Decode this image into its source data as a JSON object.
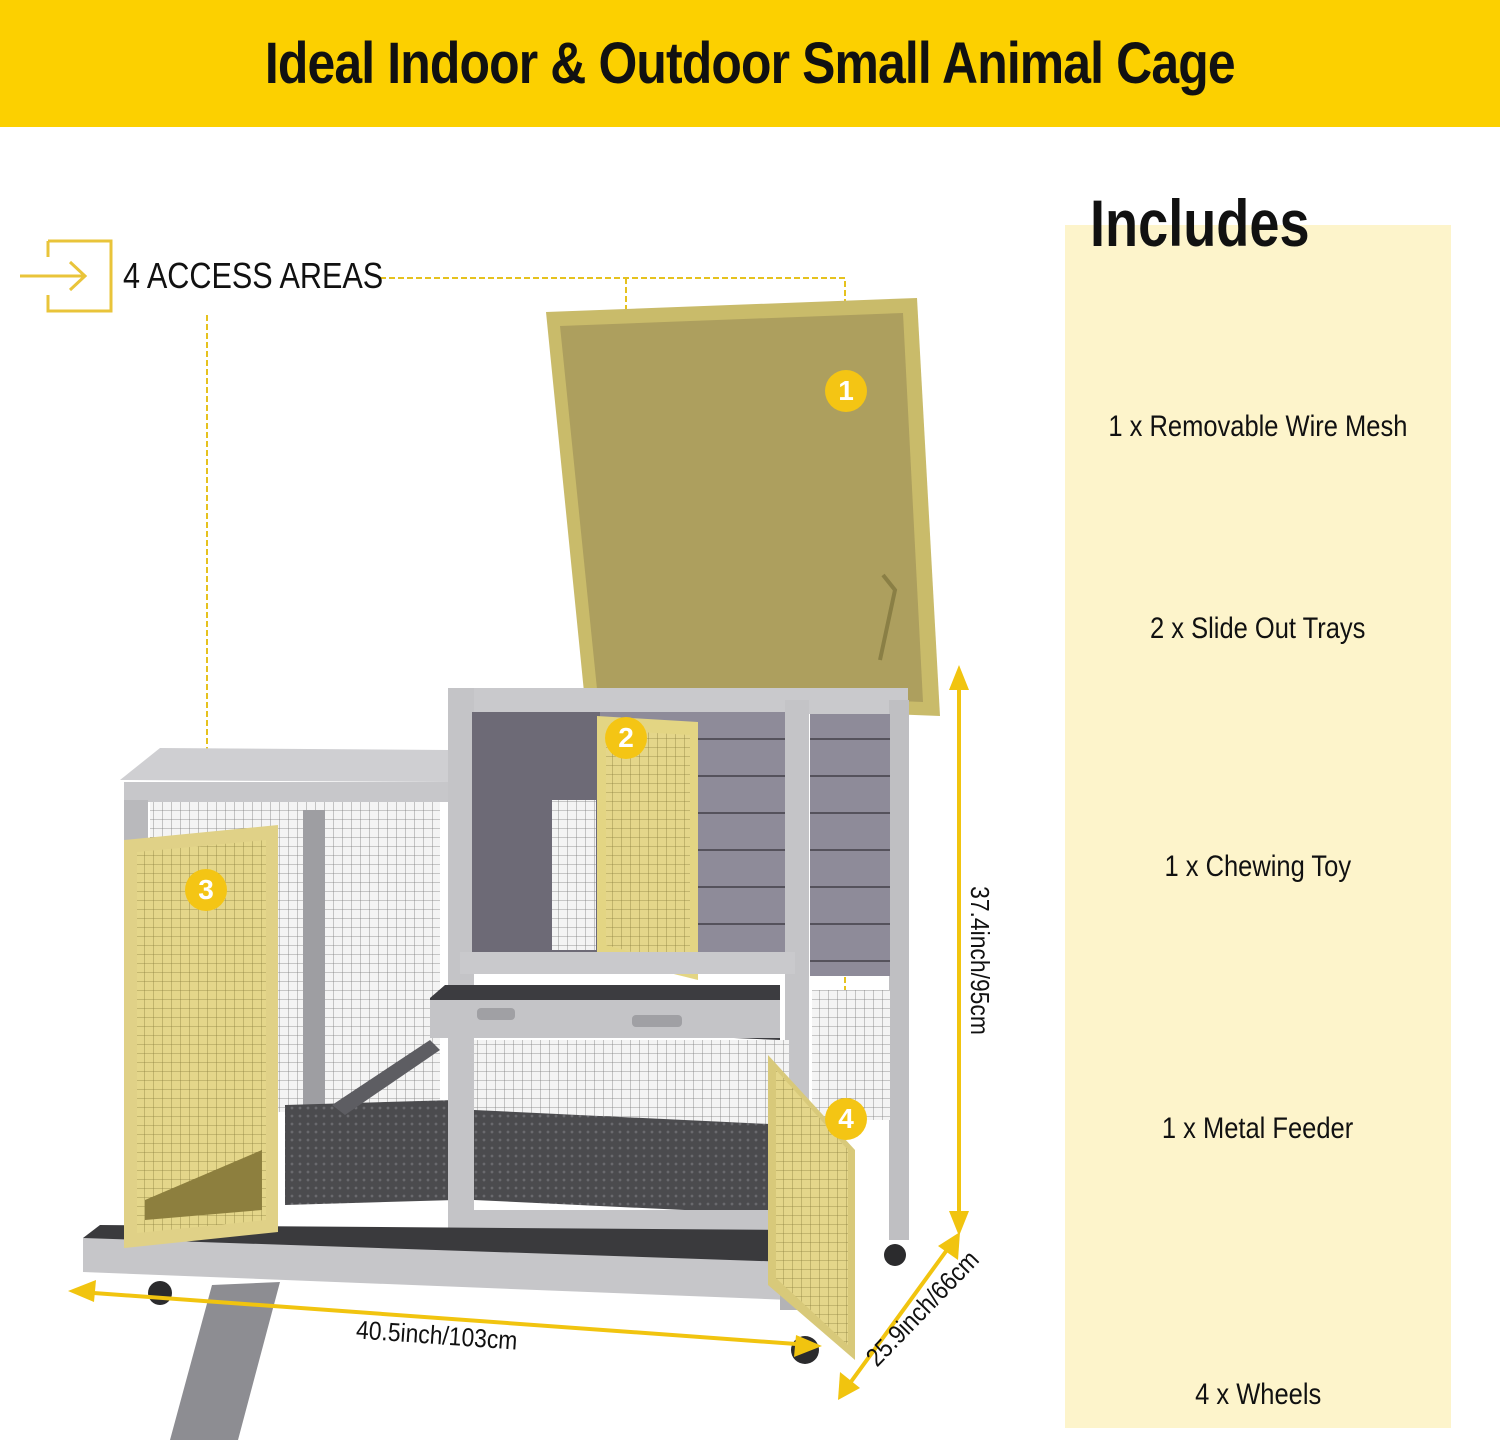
{
  "banner": {
    "title": "Ideal Indoor & Outdoor Small Animal Cage",
    "background_color": "#fcd000"
  },
  "access": {
    "icon": "enter-arrow-icon",
    "label": "4 ACCESS AREAS",
    "badges": [
      {
        "number": "1",
        "location": "top lid"
      },
      {
        "number": "2",
        "location": "upper hutch door"
      },
      {
        "number": "3",
        "location": "left run door"
      },
      {
        "number": "4",
        "location": "lower right door"
      }
    ],
    "accent_color": "#f4c514"
  },
  "dimensions": {
    "width": "40.5inch/103cm",
    "height": "37.4inch/95cm",
    "depth": "25.9inch/66cm"
  },
  "includes": {
    "title": "Includes",
    "panel_color": "#fdf4cb",
    "items": [
      {
        "label": "1 x Removable Wire Mesh",
        "icon": "wire-mesh-icon"
      },
      {
        "label": "2 x Slide Out Trays",
        "icon": "tray-icon"
      },
      {
        "label": "1 x Chewing Toy",
        "icon": "chew-toy-icon"
      },
      {
        "label": "1 x Metal Feeder",
        "icon": "feeder-icon"
      },
      {
        "label": "4 x Wheels",
        "icon": "caster-wheel-icon"
      }
    ]
  }
}
